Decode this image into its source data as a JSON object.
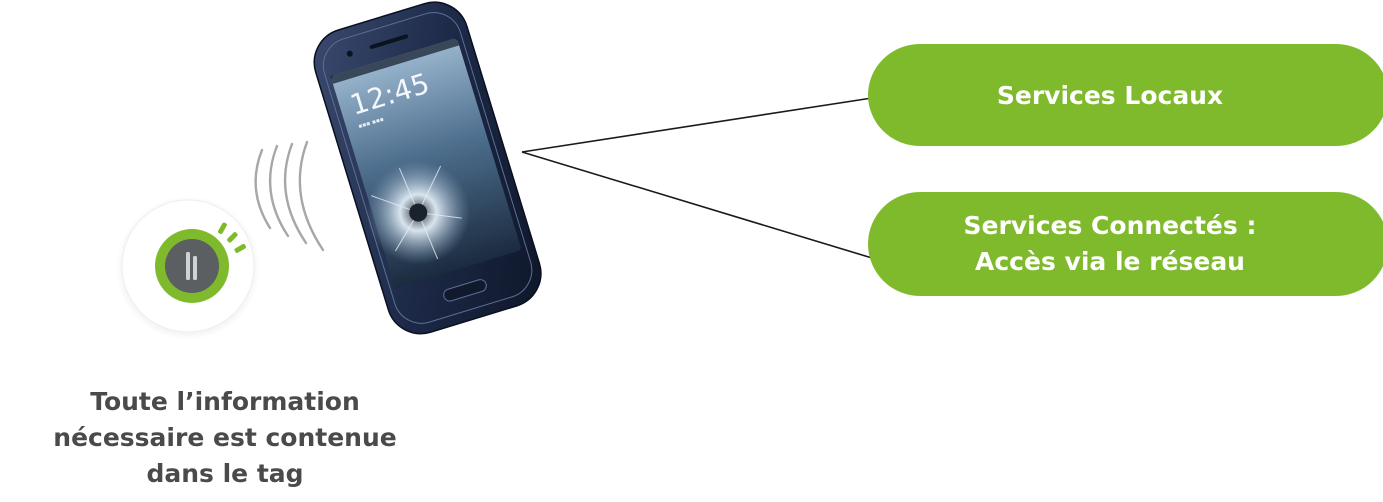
{
  "nodes": {
    "local_services": "Services Locaux",
    "connected_services": [
      "Services Connectés :",
      "Accès via le réseau"
    ]
  },
  "caption": [
    "Toute l’information",
    "nécessaire est contenue",
    "dans le tag"
  ],
  "phone": {
    "time": "12:45"
  },
  "colors": {
    "accent_green": "#7fba2d",
    "tag_dark": "#5b5f61",
    "phone_body": "#1d2a48",
    "caption_text": "#4a4a4a"
  },
  "icons": [
    "nfc-tag-icon",
    "smartphone-icon",
    "nfc-signal-waves-icon"
  ]
}
